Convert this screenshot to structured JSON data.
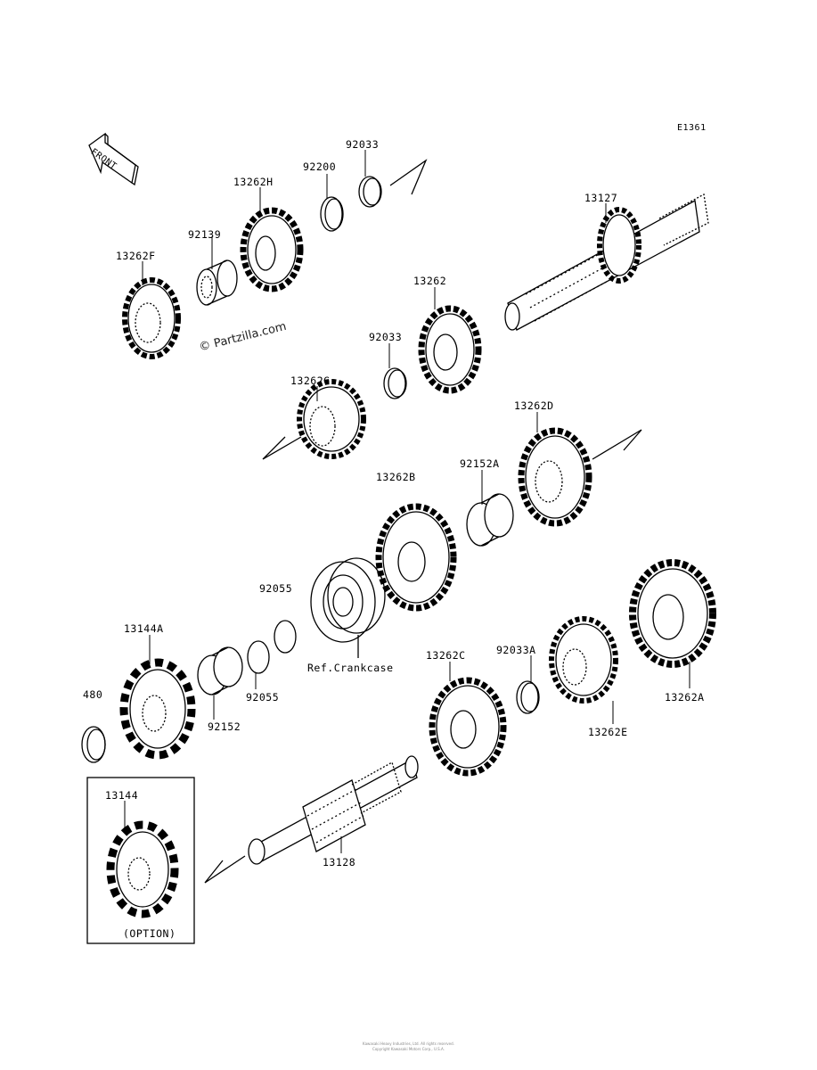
{
  "diagram": {
    "code": "E1361",
    "front_label": "FRONT",
    "watermark": "© Partzilla.com",
    "option_label": "(OPTION)",
    "ref_label": "Ref.Crankcase",
    "footer_line1": "Kawasaki Heavy Industries, Ltd. All rights reserved.",
    "footer_line2": "Copyright Kawasaki Motors Corp., U.S.A.",
    "parts": {
      "p13262F": "13262F",
      "p92139": "92139",
      "p13262H": "13262H",
      "p92200": "92200",
      "p92033_top": "92033",
      "p13127": "13127",
      "p13262": "13262",
      "p92033_mid": "92033",
      "p13262G": "13262G",
      "p13262D": "13262D",
      "p92152A": "92152A",
      "p13262B": "13262B",
      "p92055_top": "92055",
      "p13144A": "13144A",
      "p480": "480",
      "p92152": "92152",
      "p92055_bot": "92055",
      "p13262C": "13262C",
      "p92033A": "92033A",
      "p13262E": "13262E",
      "p13262A": "13262A",
      "p13144": "13144",
      "p13128": "13128"
    }
  }
}
